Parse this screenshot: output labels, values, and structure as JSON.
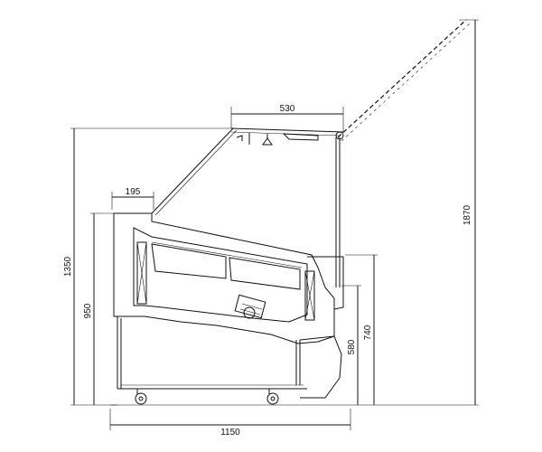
{
  "drawing": {
    "dimensions": {
      "top_width": "530",
      "front_ledge": "195",
      "total_height": "1350",
      "body_height": "950",
      "raised_glass_height": "1870",
      "counter_height": "740",
      "base_height": "580",
      "total_depth": "1150"
    }
  }
}
